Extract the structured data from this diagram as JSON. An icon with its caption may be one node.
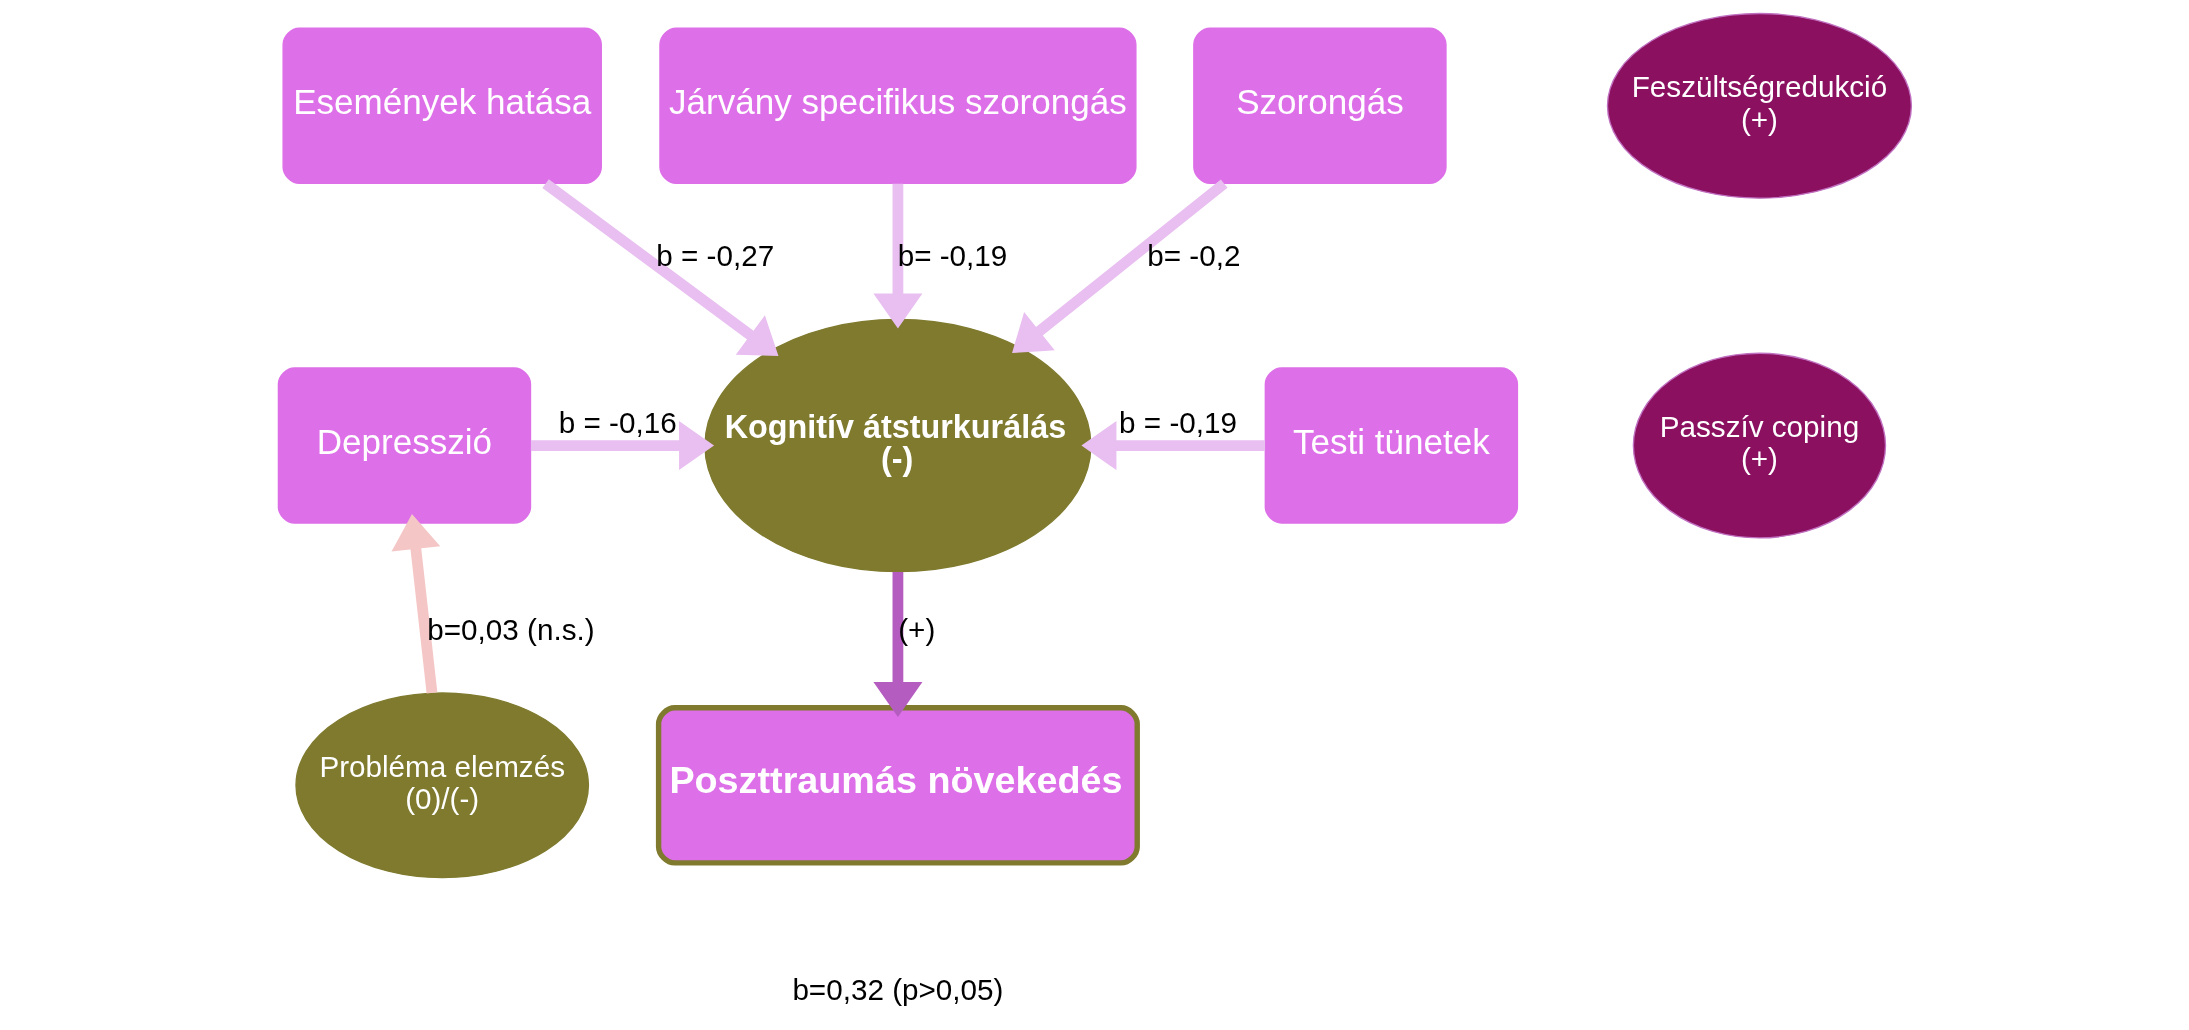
{
  "diagram": {
    "nodes": [
      {
        "text": [
          "Események hatása"
        ]
      },
      {
        "text": [
          "Járvány specifikus szorongás"
        ]
      },
      {
        "text": [
          "Szorongás"
        ]
      },
      {
        "text": [
          "Feszültségredukció",
          "(+)"
        ]
      },
      {
        "text": [
          "Passzív coping",
          "(+)"
        ]
      },
      {
        "text": [
          "Depresszió"
        ]
      },
      {
        "text": [
          "Kognitív átsturkurálás",
          "(-)"
        ]
      },
      {
        "text": [
          "Testi tünetek"
        ]
      },
      {
        "text": [
          "Poszttraumás növekedés"
        ]
      },
      {
        "text": [
          "Probléma elemzés",
          "(0)/(-)"
        ]
      }
    ],
    "edges": [
      {
        "from": 0,
        "to": 6,
        "arrow": "to",
        "label": "b = -0,27"
      },
      {
        "from": 1,
        "to": 6,
        "arrow": "to",
        "label": "b= -0,19"
      },
      {
        "from": 2,
        "to": 6,
        "arrow": "to",
        "label": "b= -0,2"
      },
      {
        "from": 5,
        "to": 6,
        "arrow": "to",
        "label": "b = -0,16"
      },
      {
        "from": 7,
        "to": 6,
        "arrow": "to",
        "label": "b = -0,19"
      },
      {
        "from": 6,
        "to": 8,
        "arrow": "to",
        "label": "(+)",
        "color": "#b55cc0"
      },
      {
        "from": 9,
        "to": 5,
        "arrow": "to",
        "label": "b=0,03 (n.s.)",
        "color": "#f5c6c6"
      }
    ],
    "labels": [
      "b=0,32 (p>0,05)"
    ]
  }
}
